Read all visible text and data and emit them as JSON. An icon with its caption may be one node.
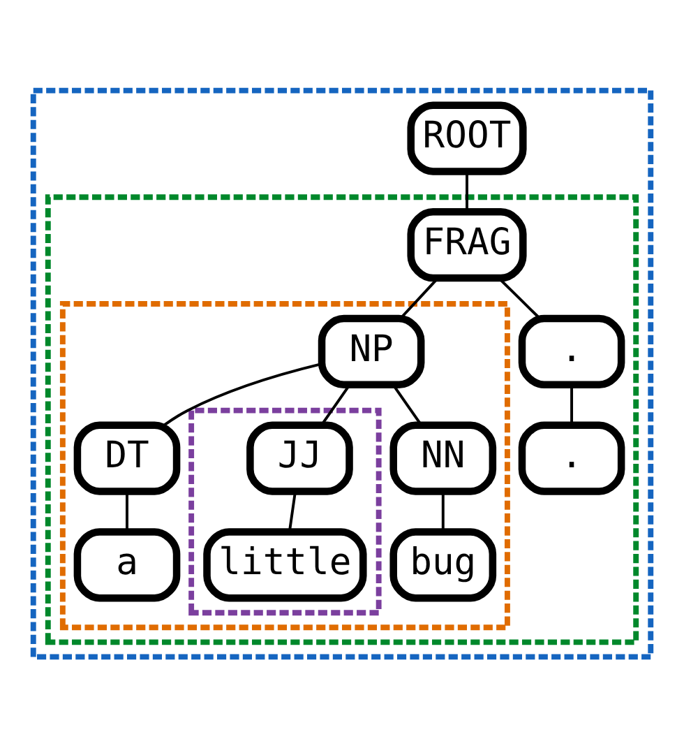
{
  "diagram": {
    "nodes": [
      {
        "text": [],
        "shape": "box"
      },
      {
        "text": [
          "ROOT"
        ],
        "in": 0
      },
      {
        "text": [],
        "shape": "box",
        "in": 0
      },
      {
        "text": [
          "FRAG"
        ],
        "in": 2
      },
      {
        "text": [],
        "shape": "box",
        "in": 2
      },
      {
        "text": [
          "NP"
        ],
        "in": 4
      },
      {
        "text": [
          "DT"
        ],
        "in": 4
      },
      {
        "text": [],
        "shape": "box",
        "in": 4
      },
      {
        "text": [
          "JJ"
        ],
        "in": 7
      },
      {
        "text": [
          "NN"
        ],
        "in": 4
      },
      {
        "text": [
          "a"
        ],
        "in": 4
      },
      {
        "text": [
          "little"
        ],
        "in": 7
      },
      {
        "text": [
          "bug"
        ],
        "in": 4
      },
      {
        "text": [
          "."
        ],
        "in": 2
      },
      {
        "text": [
          "."
        ],
        "in": 2
      }
    ],
    "edges": [
      {
        "from": 1,
        "to": 3,
        "arrow": "none"
      },
      {
        "from": 3,
        "to": 5,
        "arrow": "none"
      },
      {
        "from": 3,
        "to": 13,
        "arrow": "none"
      },
      {
        "from": 5,
        "to": 6,
        "arrow": "none"
      },
      {
        "from": 5,
        "to": 8,
        "arrow": "none"
      },
      {
        "from": 5,
        "to": 9,
        "arrow": "none"
      },
      {
        "from": 6,
        "to": 10,
        "arrow": "none"
      },
      {
        "from": 8,
        "to": 11,
        "arrow": "none"
      },
      {
        "from": 9,
        "to": 12,
        "arrow": "none"
      },
      {
        "from": 13,
        "to": 14,
        "arrow": "none"
      }
    ]
  }
}
